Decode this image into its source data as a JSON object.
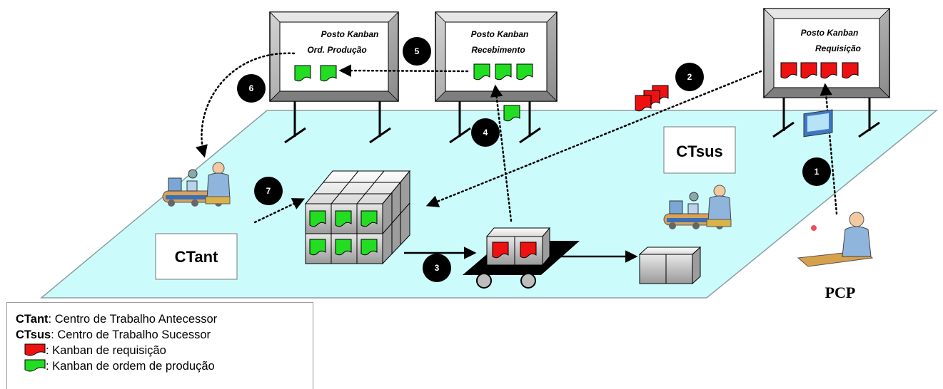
{
  "boards": {
    "ordem": {
      "line1": "Posto Kanban",
      "line2": "Ord. Produção"
    },
    "recebimento": {
      "line1": "Posto Kanban",
      "line2": "Recebimento"
    },
    "requisicao": {
      "line1": "Posto Kanban",
      "line2": "Requisição"
    }
  },
  "steps": [
    "1",
    "2",
    "3",
    "4",
    "5",
    "6",
    "7"
  ],
  "labels": {
    "ctant": "CTant",
    "ctsus": "CTsus",
    "pcp": "PCP"
  },
  "legend": {
    "ctant_term": "CTant",
    "ctant_desc": ": Centro de Trabalho Antecessor",
    "ctsus_term": "CTsus",
    "ctsus_desc": ": Centro de Trabalho Sucessor",
    "red_desc": ": Kanban de requisição",
    "green_desc": ": Kanban de ordem de produção"
  },
  "colors": {
    "floor": "#ccfbfb",
    "kanban_red": "#ee1111",
    "kanban_green": "#22dd22",
    "board_frame": "#a8a8a8",
    "box_gray": "#c8c8c8"
  }
}
